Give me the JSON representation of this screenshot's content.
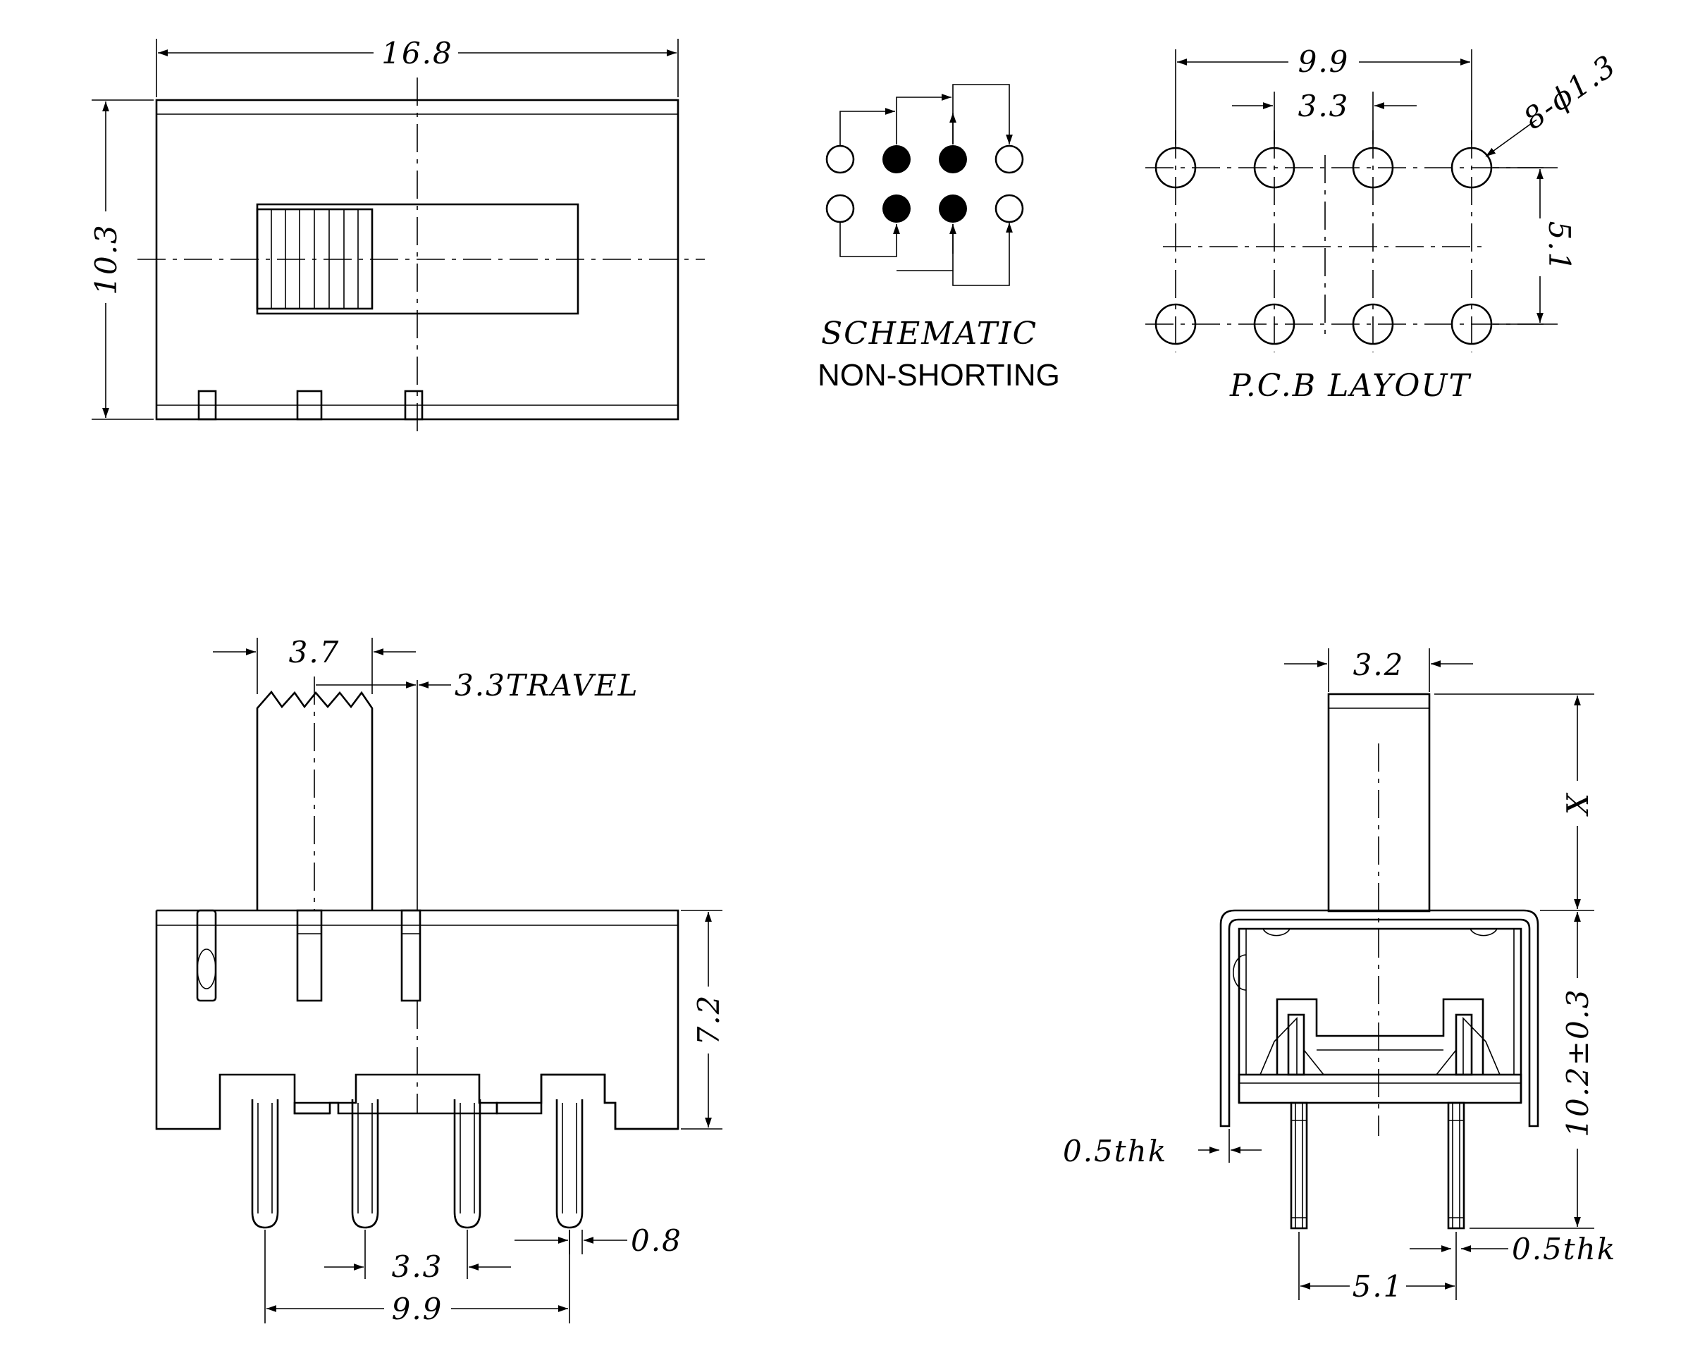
{
  "top_view": {
    "width": "16.8",
    "height": "10.3"
  },
  "schematic": {
    "title": "SCHEMATIC",
    "subtitle": "NON-SHORTING"
  },
  "pcb_layout": {
    "title": "P.C.B  LAYOUT",
    "row_length": "9.9",
    "pitch": "3.3",
    "row_spacing": "5.1",
    "holes": "8-ϕ1.3"
  },
  "front_view": {
    "actuator_width": "3.7",
    "travel": "3.3TRAVEL",
    "body_height": "7.2",
    "pin_pitch": "3.3",
    "pin_span": "9.9",
    "pin_width": "0.8"
  },
  "side_view": {
    "actuator_width": "3.2",
    "actuator_height": "X",
    "total_height": "10.2±0.3",
    "frame_thk": "0.5thk",
    "pin_thk": "0.5thk",
    "pin_spacing": "5.1"
  }
}
